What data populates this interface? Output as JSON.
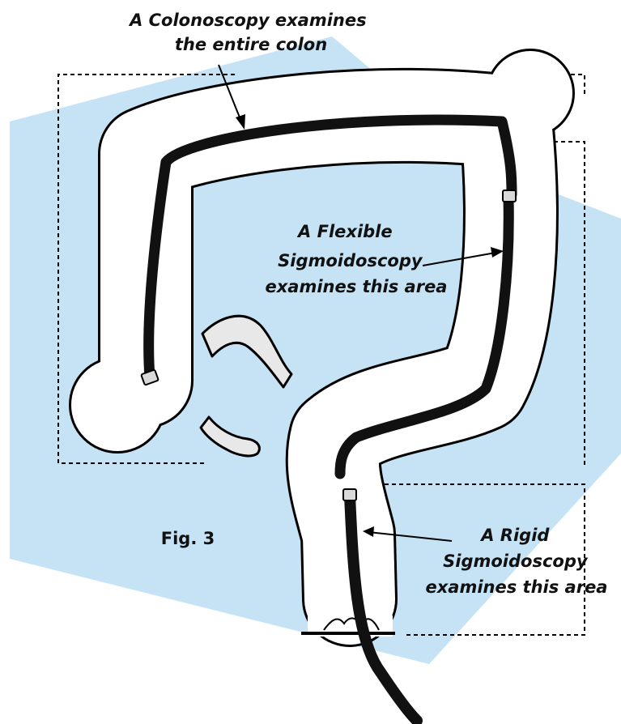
{
  "labels": {
    "colonoscopy": [
      "A Colonoscopy examines",
      "the entire colon"
    ],
    "flexible": [
      "A Flexible",
      "Sigmoidoscopy",
      "examines this area"
    ],
    "rigid": [
      "A Rigid",
      "Sigmoidoscopy",
      "examines this area"
    ],
    "figure": "Fig. 3"
  },
  "colors": {
    "background_shape": "#c6e3f6",
    "colon_fill": "#ffffff",
    "outline": "#000000",
    "scope": "#111111",
    "scope_tip": "#d9d9d9",
    "appendix": "#e8e8e8"
  }
}
